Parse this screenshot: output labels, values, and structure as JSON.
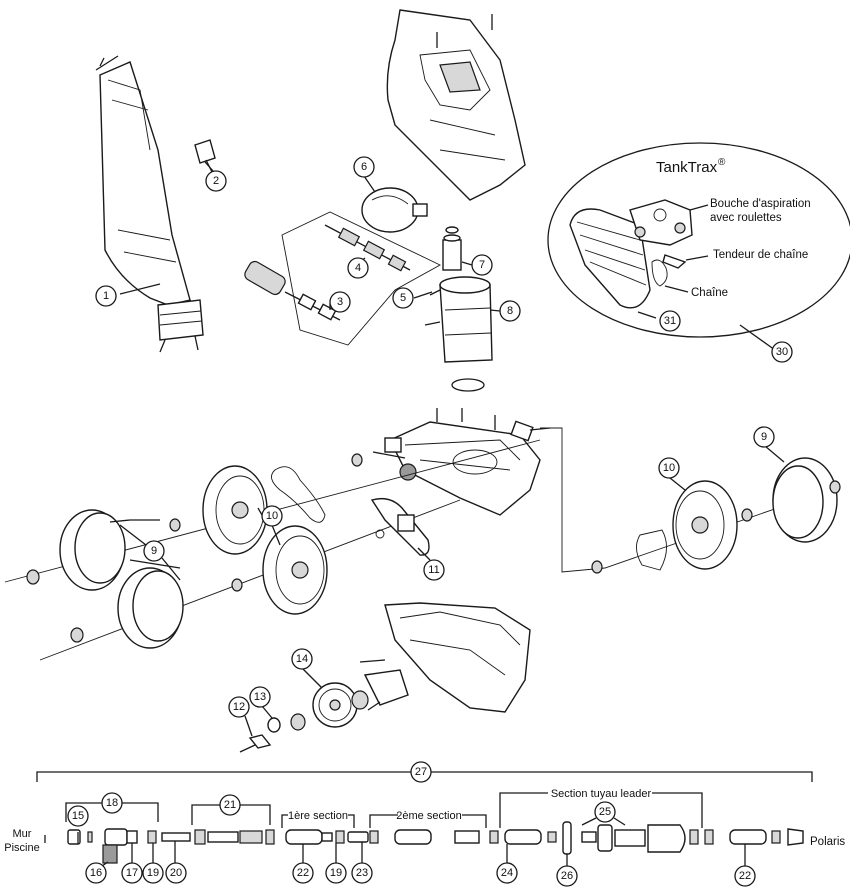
{
  "tanktrax": {
    "title": "TankTrax",
    "reg": "®",
    "bouche_line1": "Bouche d'aspiration",
    "bouche_line2": "avec roulettes",
    "tendeur": "Tendeur de chaîne",
    "chaine": "Chaîne"
  },
  "hose": {
    "mur_line1": "Mur",
    "mur_line2": "Piscine",
    "first_section": "1ère section",
    "second_section": "2ème section",
    "leader_section": "Section tuyau leader",
    "polaris": "Polaris"
  },
  "callouts": [
    "1",
    "2",
    "3",
    "4",
    "5",
    "6",
    "7",
    "8",
    "9",
    "9",
    "10",
    "10",
    "11",
    "12",
    "13",
    "14",
    "15",
    "16",
    "17",
    "18",
    "19",
    "19",
    "20",
    "21",
    "22",
    "22",
    "23",
    "24",
    "25",
    "26",
    "27",
    "30",
    "31"
  ]
}
